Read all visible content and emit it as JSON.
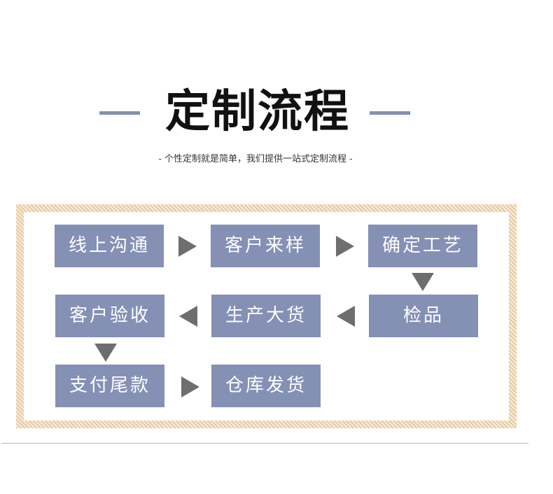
{
  "title": "定制流程",
  "subtitle": "- 个性定制就是简单，我们提供一站式定制流程 -",
  "steps": [
    "线上沟通",
    "客户来样",
    "确定工艺",
    "检品",
    "生产大货",
    "客户验收",
    "支付尾款",
    "仓库发货"
  ],
  "colors": {
    "step_fill": "#8590b5",
    "arrow": "#6e6e6e",
    "frame_stripe": "#e8c9a1",
    "title_line": "#8590b0"
  }
}
